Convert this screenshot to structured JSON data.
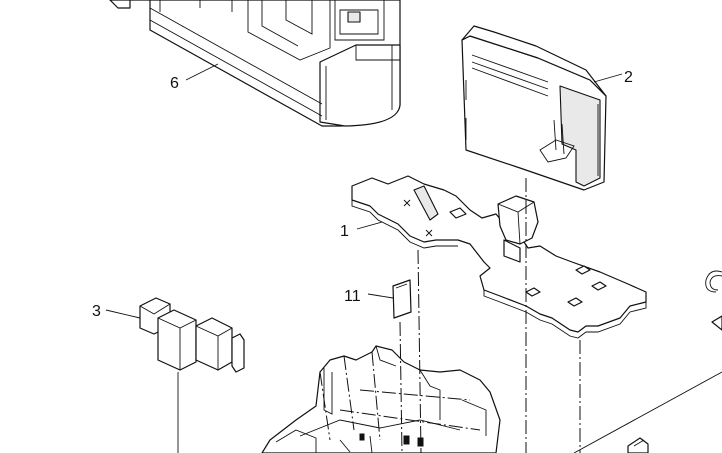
{
  "callouts": {
    "part_1": "1",
    "part_2": "2",
    "part_3": "3",
    "part_6": "6",
    "part_11": "11"
  }
}
